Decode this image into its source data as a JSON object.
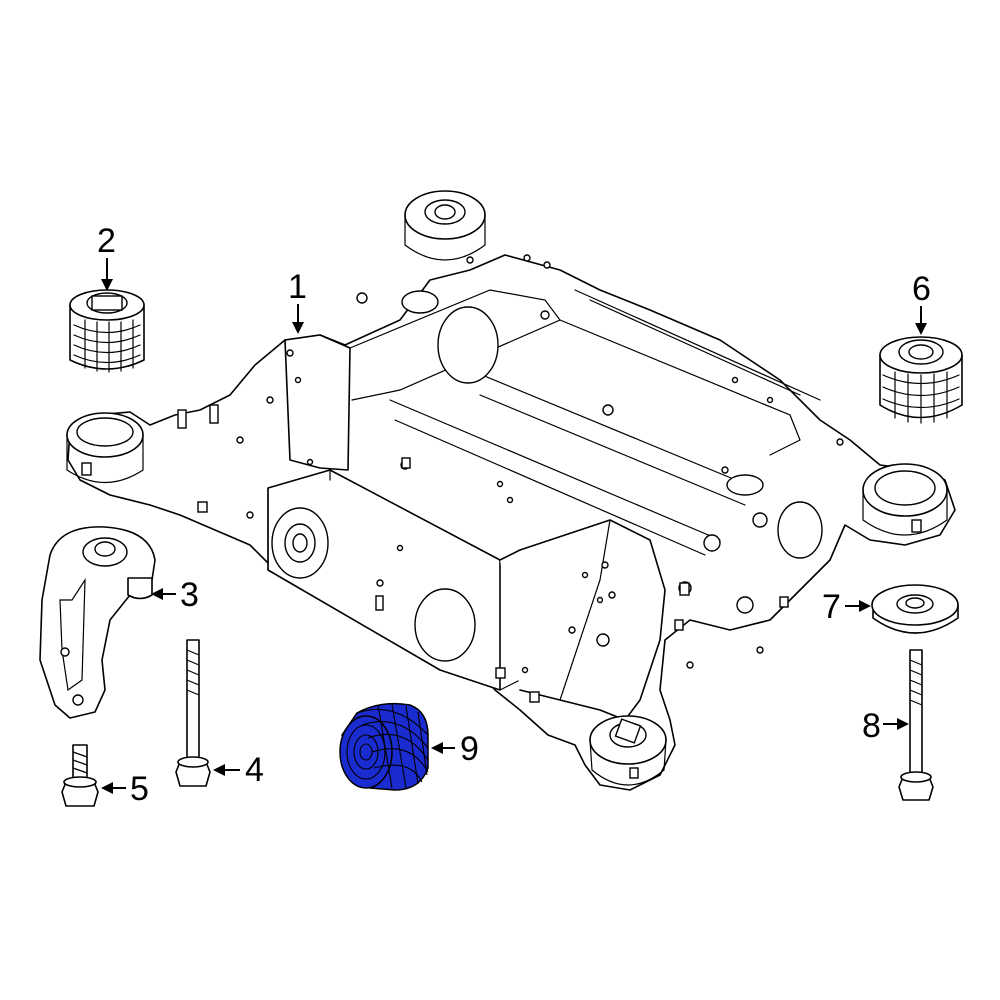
{
  "diagram": {
    "highlight_color": "#1a2bd0",
    "line_color": "#000000",
    "callouts": [
      {
        "id": "1",
        "label": "1",
        "part": "subframe"
      },
      {
        "id": "2",
        "label": "2",
        "part": "bushing"
      },
      {
        "id": "3",
        "label": "3",
        "part": "bracket"
      },
      {
        "id": "4",
        "label": "4",
        "part": "bolt"
      },
      {
        "id": "5",
        "label": "5",
        "part": "bolt"
      },
      {
        "id": "6",
        "label": "6",
        "part": "bushing"
      },
      {
        "id": "7",
        "label": "7",
        "part": "washer"
      },
      {
        "id": "8",
        "label": "8",
        "part": "bolt"
      },
      {
        "id": "9",
        "label": "9",
        "part": "bushing",
        "highlighted": true
      }
    ]
  }
}
